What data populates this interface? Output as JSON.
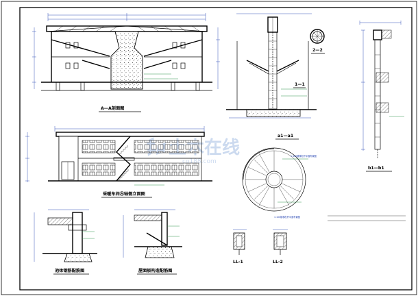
{
  "titles": {
    "section_aa": "A—A剖面图",
    "elevation": "采暖车间Ⓐ轴侧立面图",
    "section_22": "2—2",
    "section_11": "1—1",
    "section_a1a1": "a1—a1",
    "section_b1b1": "b1—b1",
    "detail_ll1": "LL-1",
    "detail_ll2": "LL-2",
    "detail_left": "池体钢筋配筋图",
    "detail_mid": "屋面板构造配筋图",
    "stair_plan": "1:100楼梯栏杆平面布置图"
  },
  "watermark": {
    "text": "土木在线",
    "sub": "co188.com"
  },
  "colors": {
    "line": "#000000",
    "dim": "#1f3fb0",
    "accent": "#1a8a3a",
    "hatch": "#c0392b"
  }
}
